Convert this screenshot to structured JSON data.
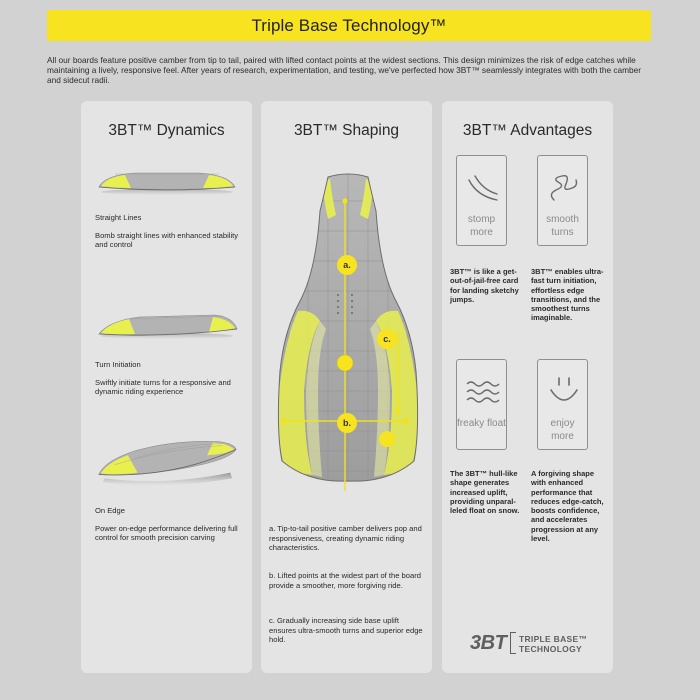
{
  "header": {
    "title": "Triple Base Technology™",
    "intro": "All our boards feature positive camber from tip to tail, paired with lifted contact points at the widest sections. This design minimizes the risk of edge catches while maintaining a lively, responsive feel. After years of research, experimentation, and testing, we've perfected how 3BT™ seamlessly integrates with both the camber and sidecut radii."
  },
  "dynamics": {
    "title": "3BT™ Dynamics",
    "items": [
      {
        "label": "Straight Lines",
        "desc": "Bomb straight lines with enhanced stability and control"
      },
      {
        "label": "Turn Initiation",
        "desc": "Swiftly initiate turns for a responsive and dynamic riding experience"
      },
      {
        "label": "On Edge",
        "desc": "Power on-edge performance delivering full control for smooth precision carving"
      }
    ]
  },
  "shaping": {
    "title": "3BT™ Shaping",
    "markers": [
      "a.",
      "b.",
      "c."
    ],
    "notes": [
      "a. Tip-to-tail positive camber delivers pop and responsiveness, creating dynamic riding characteristics.",
      "b. Lifted points at the widest part of the board provide a smoother, more forgiving ride.",
      "c. Gradually increasing side base uplift ensures ultra-smooth turns and superior edge hold."
    ]
  },
  "advantages": {
    "title": "3BT™ Advantages",
    "cards": [
      {
        "icon": "stomp-curve-icon",
        "label": "stomp more",
        "text": "3BT™ is like a get-out-of-jail-free card for landing sketchy jumps."
      },
      {
        "icon": "smooth-squiggle-icon",
        "label": "smooth turns",
        "text": "3BT™ enables ultra-fast turn initiation, effortless edge transitions, and the smoothest turns imaginable."
      },
      {
        "icon": "waves-icon",
        "label": "freaky float",
        "text": "The 3BT™ hull-like shape generates increased uplift, providing unparal-leled float on snow."
      },
      {
        "icon": "smiley-icon",
        "label": "enjoy more",
        "text": "A forgiving shape with enhanced performance that reduces edge-catch, boosts confidence, and accelerates progression at any level."
      }
    ],
    "logo": {
      "mark": "3BT",
      "line1": "TRIPLE BASE™",
      "line2": "TECHNOLOGY"
    }
  },
  "colors": {
    "accent": "#f7e31f",
    "panel": "#e4e4e4",
    "background": "#d2d2d2",
    "base": "#a9a9a9",
    "highlight": "#e5ef52"
  }
}
